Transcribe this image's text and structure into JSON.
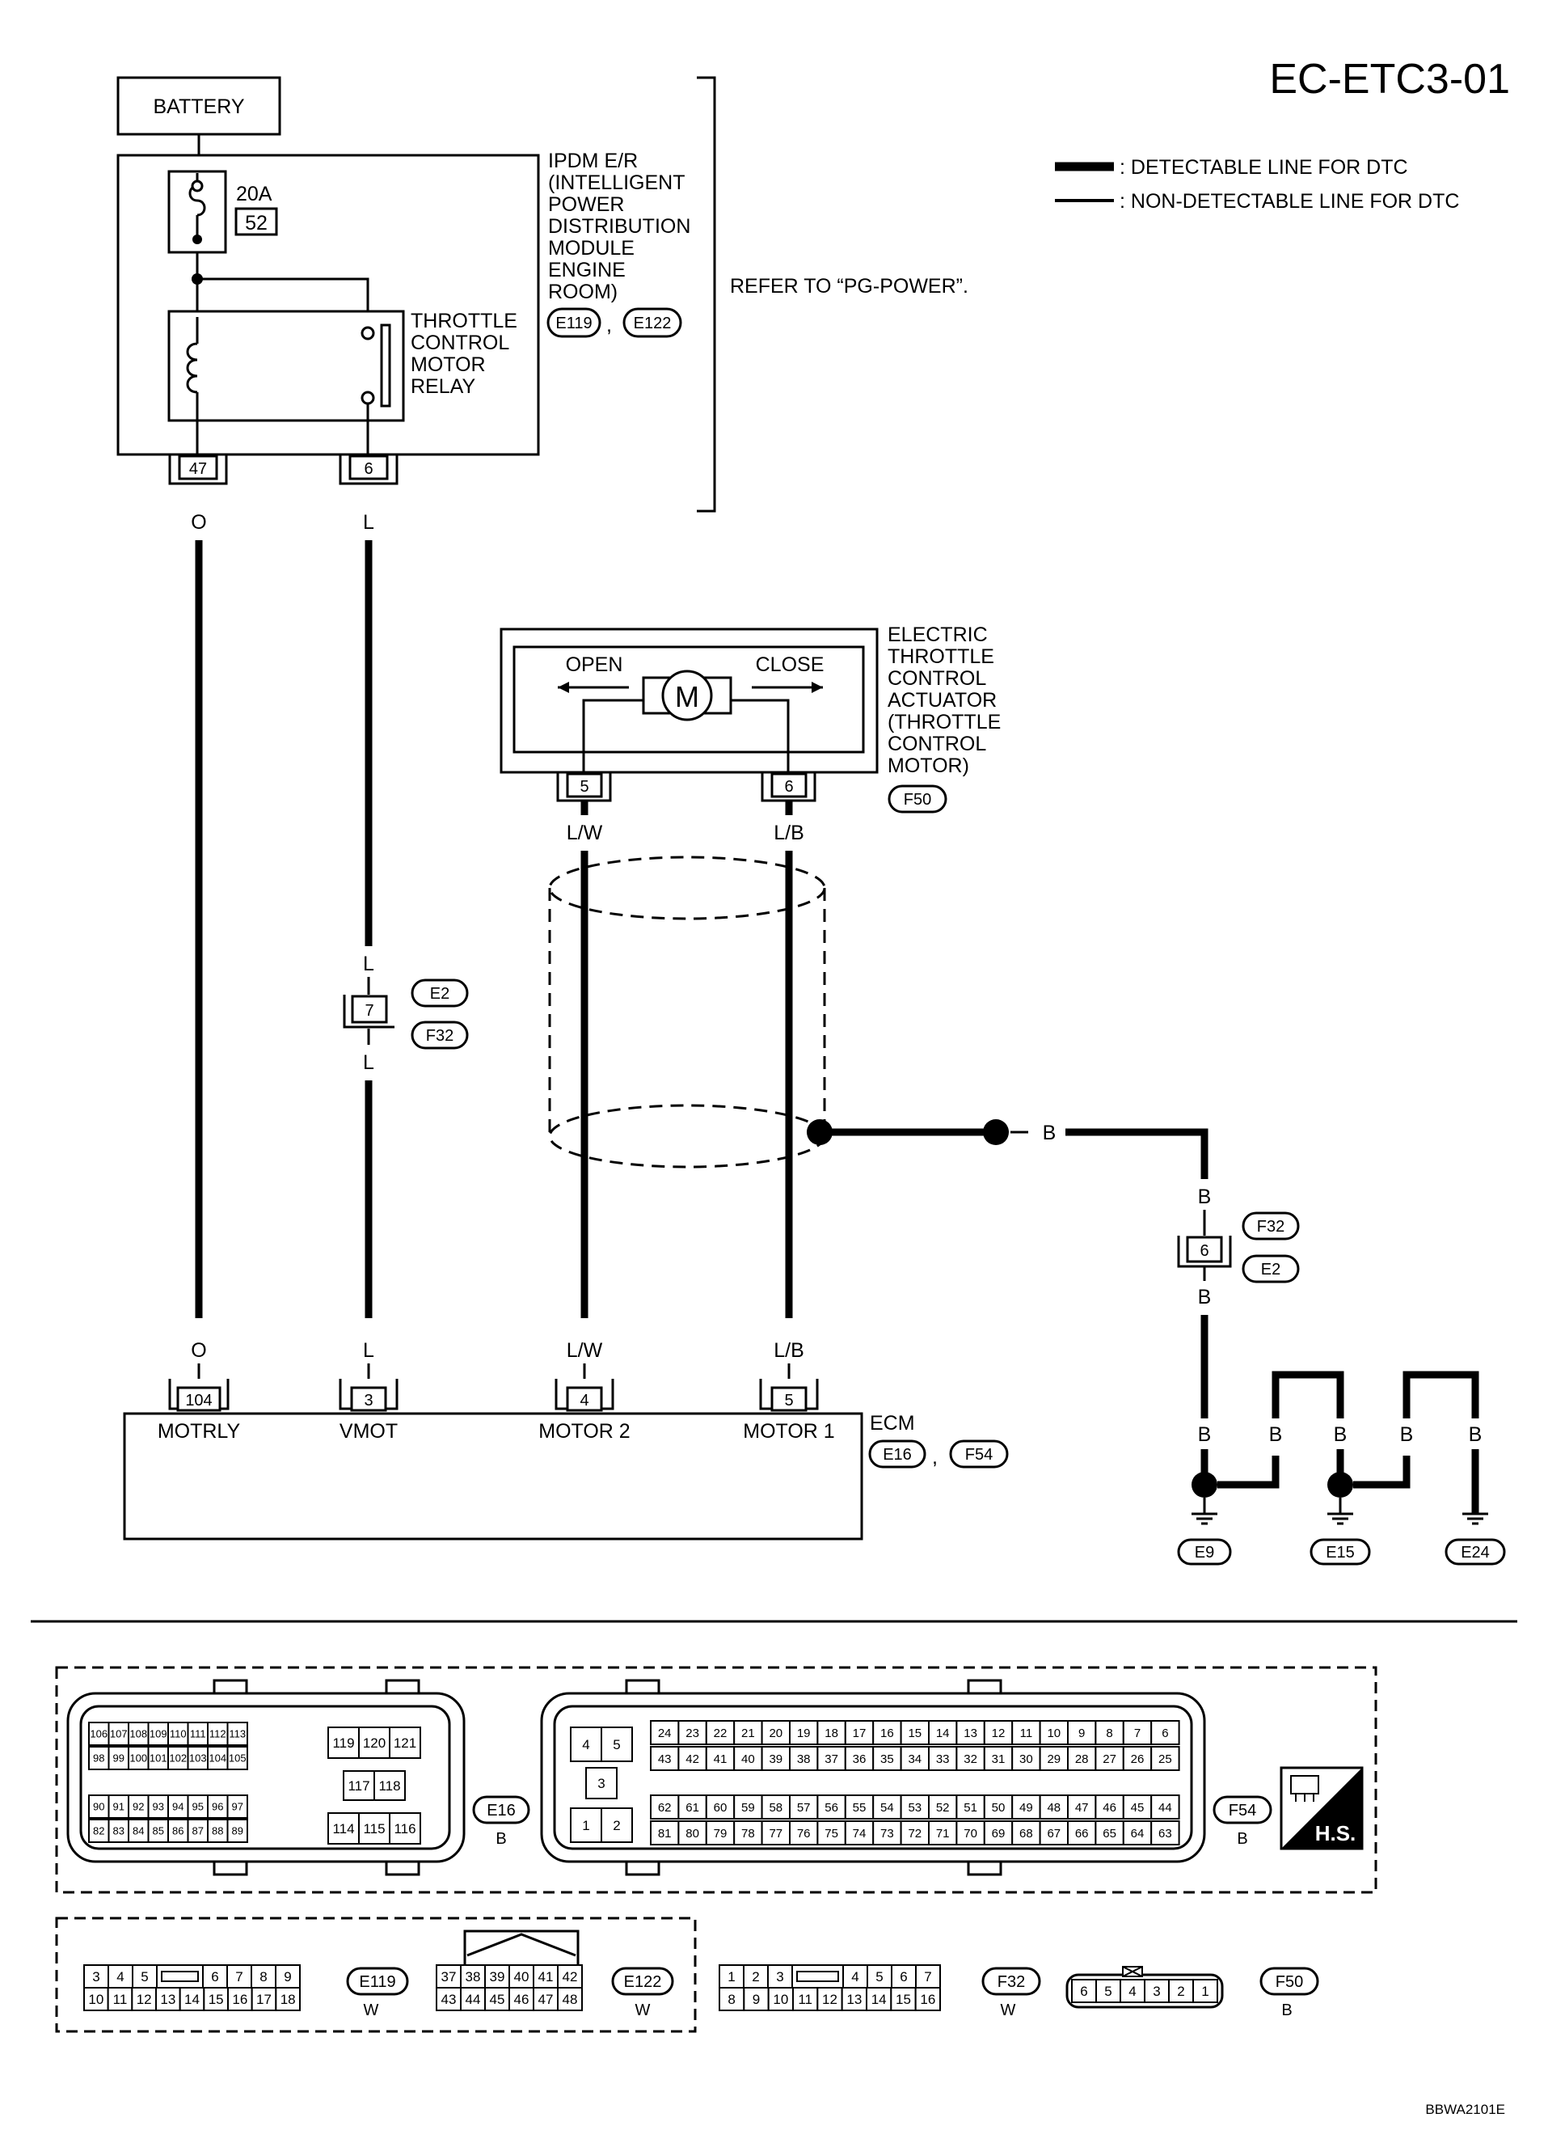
{
  "title": "EC-ETC3-01",
  "legend": {
    "detectable": ": DETECTABLE LINE FOR DTC",
    "non_detectable": ": NON-DETECTABLE LINE FOR DTC"
  },
  "battery": "BATTERY",
  "fuse": {
    "rating": "20A",
    "number": "52"
  },
  "ipdm": {
    "lines": [
      "IPDM E/R",
      "(INTELLIGENT",
      "POWER",
      "DISTRIBUTION",
      "MODULE",
      "ENGINE",
      "ROOM)"
    ],
    "connectors": [
      "E119",
      "E122"
    ],
    "separator": ","
  },
  "refer": "REFER TO “PG-POWER”.",
  "relay": {
    "lines": [
      "THROTTLE",
      "CONTROL",
      "MOTOR",
      "RELAY"
    ]
  },
  "ipdm_pins": [
    "47",
    "6"
  ],
  "wire_colors": {
    "o": "O",
    "l": "L",
    "lw": "L/W",
    "lb": "L/B",
    "b": "B"
  },
  "actuator": {
    "lines": [
      "ELECTRIC",
      "THROTTLE",
      "CONTROL",
      "ACTUATOR",
      "(THROTTLE",
      "CONTROL",
      "MOTOR)"
    ],
    "open": "OPEN",
    "close": "CLOSE",
    "motor": "M",
    "pins": [
      "5",
      "6"
    ],
    "connector": "F50"
  },
  "joint_connector": {
    "pin": "7",
    "top": "E2",
    "bottom": "F32"
  },
  "ground_joint": {
    "pin": "6",
    "top": "F32",
    "bottom": "E2"
  },
  "ecm": {
    "label": "ECM",
    "connectors": [
      "E16",
      "F54"
    ],
    "separator": ",",
    "pins": [
      "104",
      "3",
      "4",
      "5"
    ],
    "terminals": [
      "MOTRLY",
      "VMOT",
      "MOTOR 2",
      "MOTOR 1"
    ]
  },
  "grounds": [
    "E9",
    "E15",
    "E24"
  ],
  "connector_views": {
    "e16": {
      "id": "E16",
      "color": "B",
      "rows": [
        [
          "106",
          "107",
          "108",
          "109",
          "110",
          "111",
          "112",
          "113"
        ],
        [
          "98",
          "99",
          "100",
          "101",
          "102",
          "103",
          "104",
          "105"
        ],
        [
          "90",
          "91",
          "92",
          "93",
          "94",
          "95",
          "96",
          "97"
        ],
        [
          "82",
          "83",
          "84",
          "85",
          "86",
          "87",
          "88",
          "89"
        ]
      ],
      "mid": [
        [
          "119",
          "120",
          "121"
        ],
        [
          "117",
          "118"
        ],
        [
          "114",
          "115",
          "116"
        ]
      ]
    },
    "f54": {
      "id": "F54",
      "color": "B",
      "left": [
        [
          "4",
          "5"
        ],
        [
          "3"
        ],
        [
          "1",
          "2"
        ]
      ],
      "rows": [
        [
          "24",
          "23",
          "22",
          "21",
          "20",
          "19",
          "18",
          "17",
          "16",
          "15",
          "14",
          "13",
          "12",
          "11",
          "10",
          "9",
          "8",
          "7",
          "6"
        ],
        [
          "43",
          "42",
          "41",
          "40",
          "39",
          "38",
          "37",
          "36",
          "35",
          "34",
          "33",
          "32",
          "31",
          "30",
          "29",
          "28",
          "27",
          "26",
          "25"
        ],
        [
          "62",
          "61",
          "60",
          "59",
          "58",
          "57",
          "56",
          "55",
          "54",
          "53",
          "52",
          "51",
          "50",
          "49",
          "48",
          "47",
          "46",
          "45",
          "44"
        ],
        [
          "81",
          "80",
          "79",
          "78",
          "77",
          "76",
          "75",
          "74",
          "73",
          "72",
          "71",
          "70",
          "69",
          "68",
          "67",
          "66",
          "65",
          "64",
          "63"
        ]
      ]
    },
    "hs": "H.S.",
    "e119": {
      "id": "E119",
      "color": "W",
      "top": [
        "3",
        "4",
        "5",
        "",
        "6",
        "7",
        "8",
        "9"
      ],
      "bottom": [
        "10",
        "11",
        "12",
        "13",
        "14",
        "15",
        "16",
        "17",
        "18"
      ]
    },
    "e122": {
      "id": "E122",
      "color": "W",
      "top": [
        "37",
        "38",
        "39",
        "40",
        "41",
        "42"
      ],
      "bottom": [
        "43",
        "44",
        "45",
        "46",
        "47",
        "48"
      ]
    },
    "f32": {
      "id": "F32",
      "color": "W",
      "top": [
        "1",
        "2",
        "3",
        "",
        "4",
        "5",
        "6",
        "7"
      ],
      "bottom": [
        "8",
        "9",
        "10",
        "11",
        "12",
        "13",
        "14",
        "15",
        "16"
      ]
    },
    "f50": {
      "id": "F50",
      "color": "B",
      "pins": [
        "6",
        "5",
        "4",
        "3",
        "2",
        "1"
      ]
    }
  },
  "footer_code": "BBWA2101E"
}
